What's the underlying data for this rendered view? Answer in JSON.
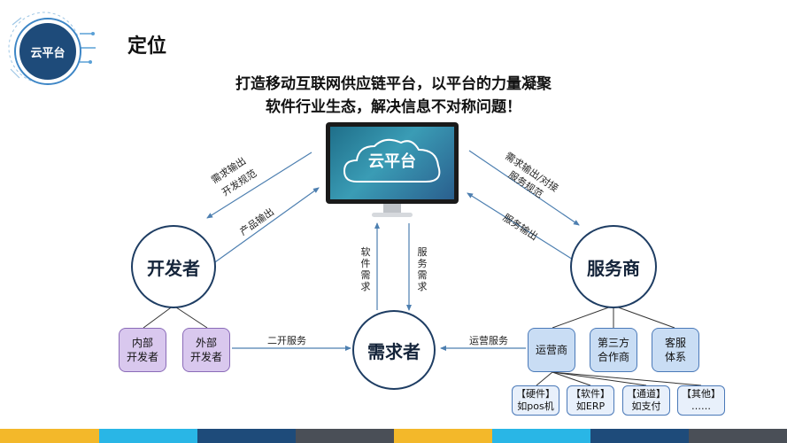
{
  "badge": {
    "label": "云平台"
  },
  "page_title": "定位",
  "headline": {
    "line1": "打造移动互联网供应链平台，以平台的力量凝聚",
    "line2": "软件行业生态，解决信息不对称问题！"
  },
  "center_platform": {
    "label": "云平台"
  },
  "nodes": {
    "developer": "开发者",
    "provider": "服务商",
    "demander": "需求者"
  },
  "developer_subs": [
    {
      "line1": "内部",
      "line2": "开发者"
    },
    {
      "line1": "外部",
      "line2": "开发者"
    }
  ],
  "provider_subs": [
    {
      "line1": "运营商",
      "line2": ""
    },
    {
      "line1": "第三方",
      "line2": "合作商"
    },
    {
      "line1": "客服",
      "line2": "体系"
    }
  ],
  "operator_subs": [
    {
      "line1": "【硬件】",
      "line2": "如pos机"
    },
    {
      "line1": "【软件】",
      "line2": "如ERP"
    },
    {
      "line1": "【通道】",
      "line2": "如支付"
    },
    {
      "line1": "【其他】",
      "line2": "……"
    }
  ],
  "arrows": {
    "platform_to_dev_line1": "需求输出",
    "platform_to_dev_line2": "开发规范",
    "dev_to_platform": "产品输出",
    "platform_to_prov_line1": "需求输出/对接",
    "platform_to_prov_line2": "服务规范",
    "prov_to_platform": "服务输出",
    "demander_to_platform": "软件需求",
    "platform_to_demander": "服务需求",
    "dev_to_demander": "二开服务",
    "prov_to_demander": "运营服务"
  },
  "colors": {
    "node_border": "#1e3d63",
    "arrow": "#4d7fb0",
    "sub_purple": "#d9c8ee",
    "sub_blue": "#c9ddf4",
    "footer": [
      "#f3b82a",
      "#29b6e6",
      "#1e4b7a",
      "#4a4f57",
      "#f3b82a",
      "#29b6e6",
      "#1e4b7a",
      "#4a4f57"
    ]
  }
}
